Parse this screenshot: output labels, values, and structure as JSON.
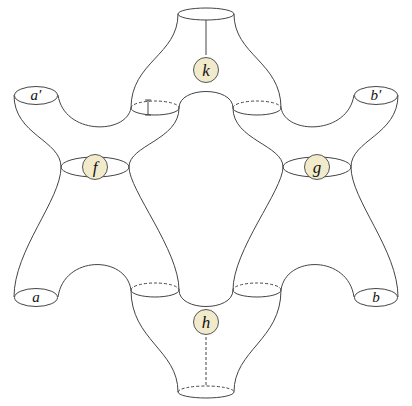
{
  "diagram": {
    "nodes": [
      {
        "text": [
          "k"
        ]
      },
      {
        "text": [
          "a′"
        ]
      },
      {
        "text": [
          "b′"
        ]
      },
      {
        "text": [
          "f"
        ]
      },
      {
        "text": [
          "g"
        ]
      },
      {
        "text": [
          "a"
        ]
      },
      {
        "text": [
          "b"
        ]
      },
      {
        "text": [
          "h"
        ]
      }
    ]
  }
}
